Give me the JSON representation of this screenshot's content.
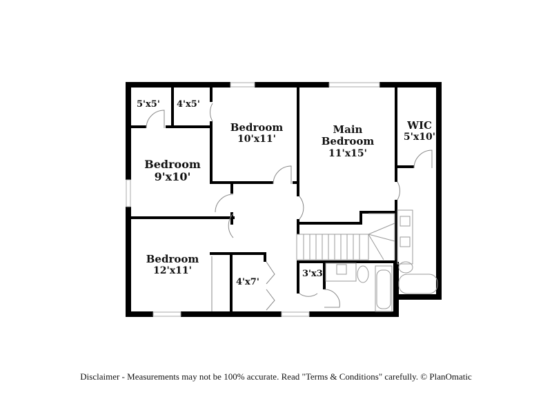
{
  "floorplan": {
    "rooms": [
      {
        "id": "closet-5x5",
        "name": "",
        "dims": "5'x5'"
      },
      {
        "id": "closet-4x5",
        "name": "",
        "dims": "4'x5'"
      },
      {
        "id": "bedroom-10x11",
        "name": "Bedroom",
        "dims": "10'x11'"
      },
      {
        "id": "main-bedroom",
        "name": "Main\nBedroom",
        "name_line1": "Main",
        "name_line2": "Bedroom",
        "dims": "11'x15'"
      },
      {
        "id": "wic",
        "name": "WIC",
        "dims": "5'x10'"
      },
      {
        "id": "bedroom-9x10",
        "name": "Bedroom",
        "dims": "9'x10'"
      },
      {
        "id": "bedroom-12x11",
        "name": "Bedroom",
        "dims": "12'x11'"
      },
      {
        "id": "closet-4x7",
        "name": "",
        "dims": "4'x7'"
      },
      {
        "id": "closet-3x3",
        "name": "",
        "dims": "3'x3"
      }
    ],
    "colors": {
      "wall": "#000000",
      "fixture": "#9a9a9a",
      "window": "#cfcfcf"
    }
  },
  "footer": {
    "disclaimer": "Disclaimer - Measurements may not be 100% accurate. Read \"Terms & Conditions\" carefully. © PlanOmatic"
  }
}
